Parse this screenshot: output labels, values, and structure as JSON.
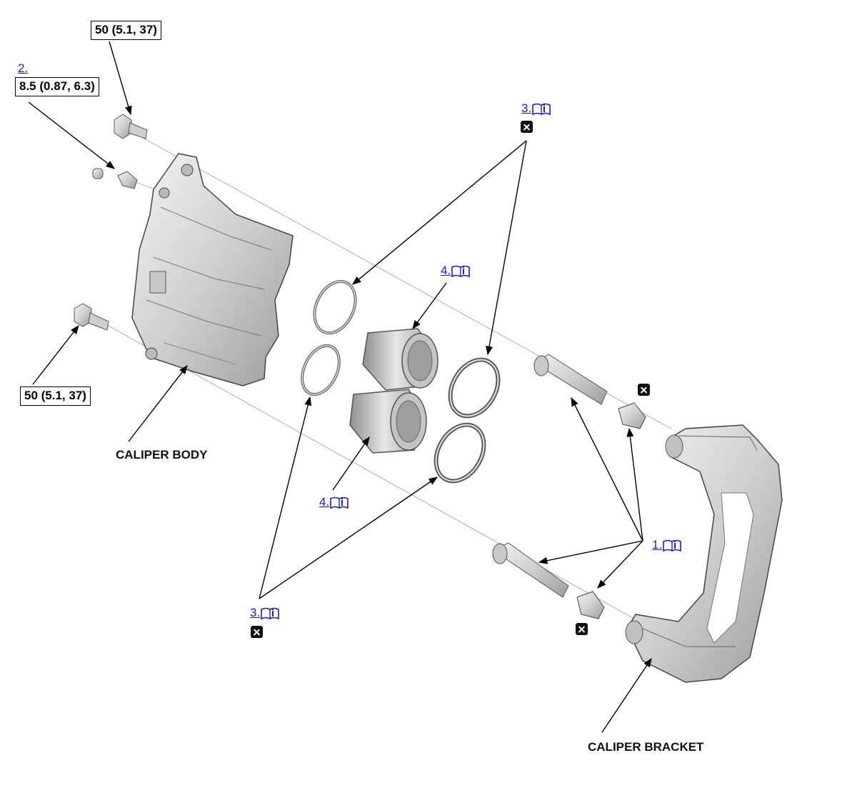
{
  "torque_specs": {
    "top_bolt": "50 (5.1, 37)",
    "bleeder": "8.5 (0.87, 6.3)",
    "lower_bolt": "50 (5.1, 37)"
  },
  "links": {
    "step2": "2.",
    "step3_top": "3.",
    "step4_top": "4.",
    "step4_bottom": "4.",
    "step1": "1.",
    "step3_bottom": "3."
  },
  "labels": {
    "caliper_body": "CALIPER BODY",
    "caliper_bracket": "CALIPER BRACKET"
  },
  "icons": {
    "link_icon": "book-info-icon",
    "replace_icon": "replace-part-x-icon"
  },
  "colors": {
    "link": "#1a1ae0",
    "part_fill": "#d6d6d6",
    "part_stroke": "#555555"
  }
}
